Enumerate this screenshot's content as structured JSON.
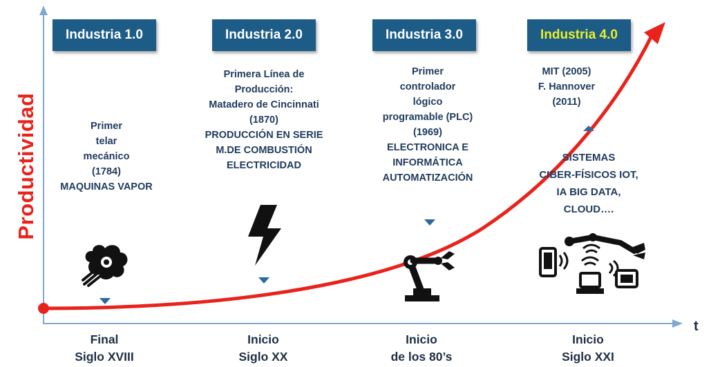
{
  "axes": {
    "y_label": "Productividad",
    "x_label": "t"
  },
  "eras": [
    {
      "title": "Industria 1.0",
      "description": "Primer\ntelar\nmecánico\n(1784)\nMAQUINAS VAPOR",
      "period": "Final\nSiglo XVIII",
      "icon": "steam-engine-icon"
    },
    {
      "title": "Industria 2.0",
      "description": "Primera Línea de\nProducción:\nMatadero de Cincinnati\n(1870)\nPRODUCCIÓN EN SERIE\nM.DE COMBUSTIÓN\nELECTRICIDAD",
      "period": "Inicio\nSiglo XX",
      "icon": "lightning-bolt-icon"
    },
    {
      "title": "Industria 3.0",
      "description": "Primer\ncontrolador\nlógico\nprogramable (PLC)\n(1969)\nELECTRONICA E\nINFORMÁTICA\nAUTOMATIZACIÓN",
      "period": "Inicio\nde los 80’s",
      "icon": "industrial-robot-arm-icon"
    },
    {
      "title": "Industria 4.0",
      "description_top": "MIT (2005)\nF. Hannover\n(2011)",
      "description": "SISTEMAS\nCIBER-FÍSICOS IOT,\nIA BIG DATA,\nCLOUD….",
      "period": "Inicio\nSiglo XXI",
      "icon": "connected-devices-robot-icon"
    }
  ],
  "colors": {
    "curve": "#e8231b",
    "era_box": "#1d5c86",
    "era4_text": "#e8ef2a",
    "axis": "#7fa9cf",
    "marker": "#2a6a9e"
  }
}
